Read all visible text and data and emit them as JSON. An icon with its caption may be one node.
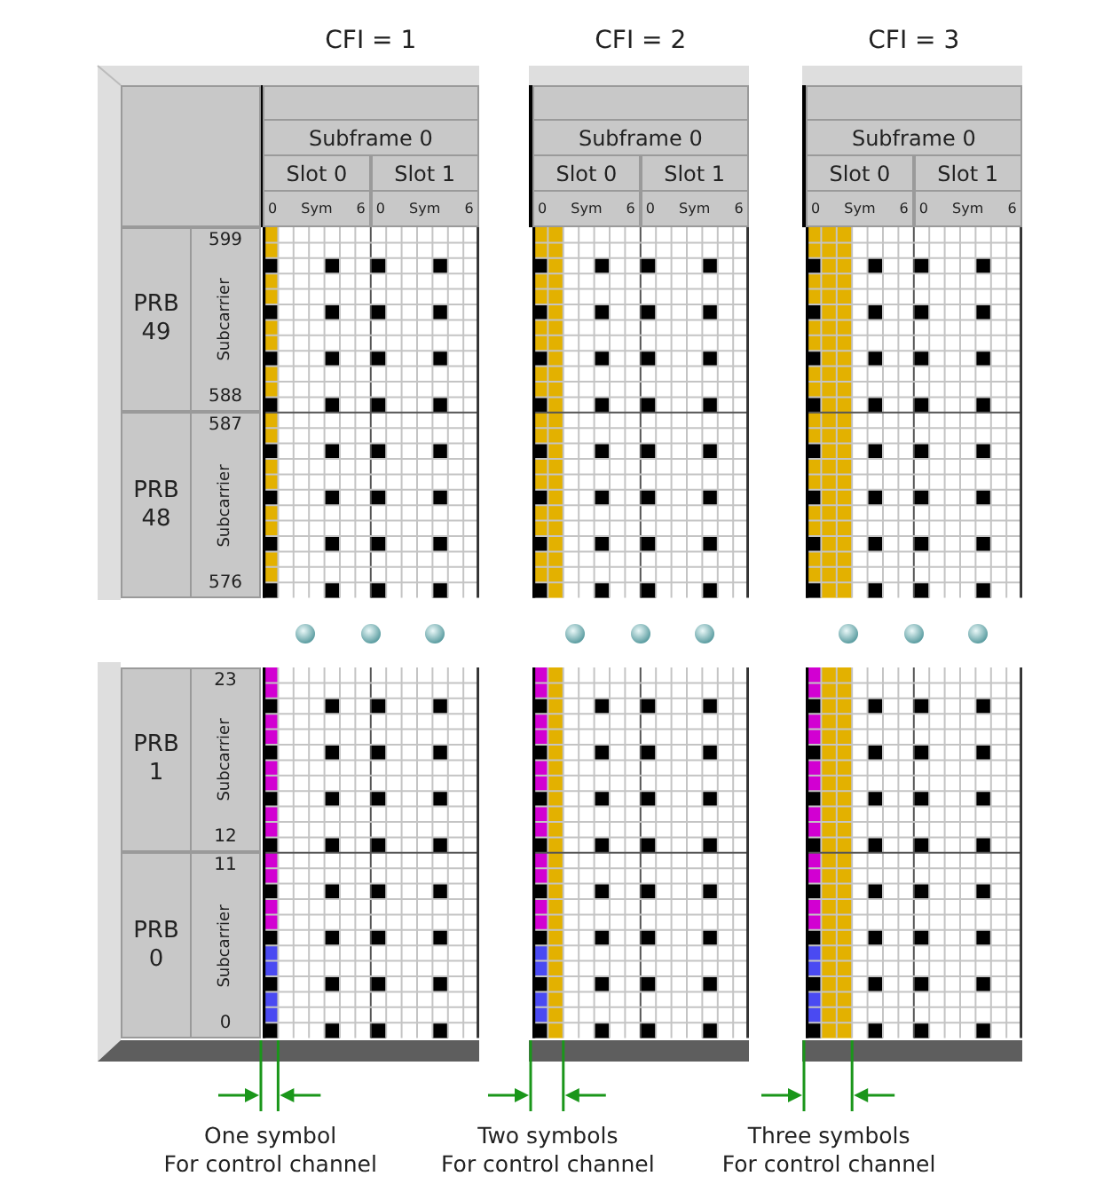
{
  "diagram": {
    "nodes": [
      {
        "text": [
          "CFI = 1"
        ],
        "beside": [
          "One symbol",
          "For control channel"
        ]
      },
      {
        "text": [
          "CFI = 2"
        ],
        "beside": [
          "Two symbols",
          "For control channel"
        ]
      },
      {
        "text": [
          "CFI = 3"
        ],
        "beside": [
          "Three symbols",
          "For control channel"
        ]
      }
    ],
    "labels": [
      "Subframe 0",
      "Slot 0",
      "Slot 1",
      "0",
      "Sym",
      "6",
      "0",
      "Sym",
      "6",
      "Subframe 0",
      "Slot 0",
      "Slot 1",
      "0",
      "Sym",
      "6",
      "0",
      "Sym",
      "6",
      "Subframe 0",
      "Slot 0",
      "Slot 1",
      "0",
      "Sym",
      "6",
      "0",
      "Sym",
      "6",
      "PRB 49",
      "Subcarrier",
      "599",
      "588",
      "PRB 48",
      "Subcarrier",
      "587",
      "576",
      "PRB 1",
      "Subcarrier",
      "23",
      "12",
      "PRB 0",
      "Subcarrier",
      "11",
      "0"
    ]
  }
}
